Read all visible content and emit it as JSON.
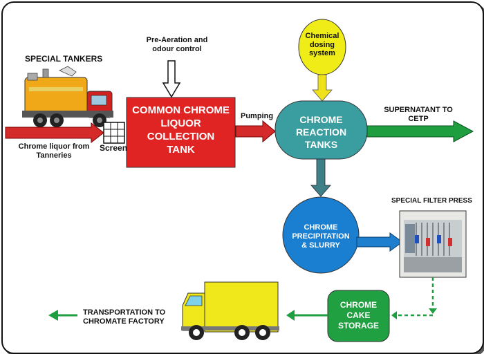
{
  "labels": {
    "special_tankers": "SPECIAL TANKERS",
    "pre_aeration": [
      "Pre-Aeration and",
      "odour control"
    ],
    "chemical_dosing": [
      "Chemical",
      "dosing",
      "system"
    ],
    "collection_tank": [
      "COMMON CHROME",
      "LIQUOR",
      "COLLECTION",
      "TANK"
    ],
    "pumping": "Pumping",
    "reaction_tanks": [
      "CHROME",
      "REACTION",
      "TANKS"
    ],
    "supernatant": [
      "SUPERNATANT TO",
      "CETP"
    ],
    "chrome_liquor_from": [
      "Chrome liquor from",
      "Tanneries"
    ],
    "screen": "Screen",
    "special_filter_press": "SPECIAL FILTER PRESS",
    "precipitation": [
      "CHROME",
      "PRECIPITATION",
      "& SLURRY"
    ],
    "cake_storage": [
      "CHROME",
      "CAKE",
      "STORAGE"
    ],
    "transportation": [
      "TRANSPORTATION TO",
      "CHROMATE FACTORY"
    ]
  },
  "colors": {
    "red": "#e02424",
    "teal": "#3a9ea0",
    "blue": "#1a7fd0",
    "green": "#20a040",
    "yellow": "#f0ec18",
    "arrow_red": "#d42a2a",
    "arrow_green": "#1e9e3e",
    "arrow_teal": "#3f7f87",
    "arrow_blue": "#1f7fcf",
    "arrow_yellow": "#efe21a"
  },
  "icons": {
    "tanker": "tanker-truck-illustration",
    "filter_press": "filter-press-photo",
    "lorry": "yellow-delivery-truck"
  }
}
